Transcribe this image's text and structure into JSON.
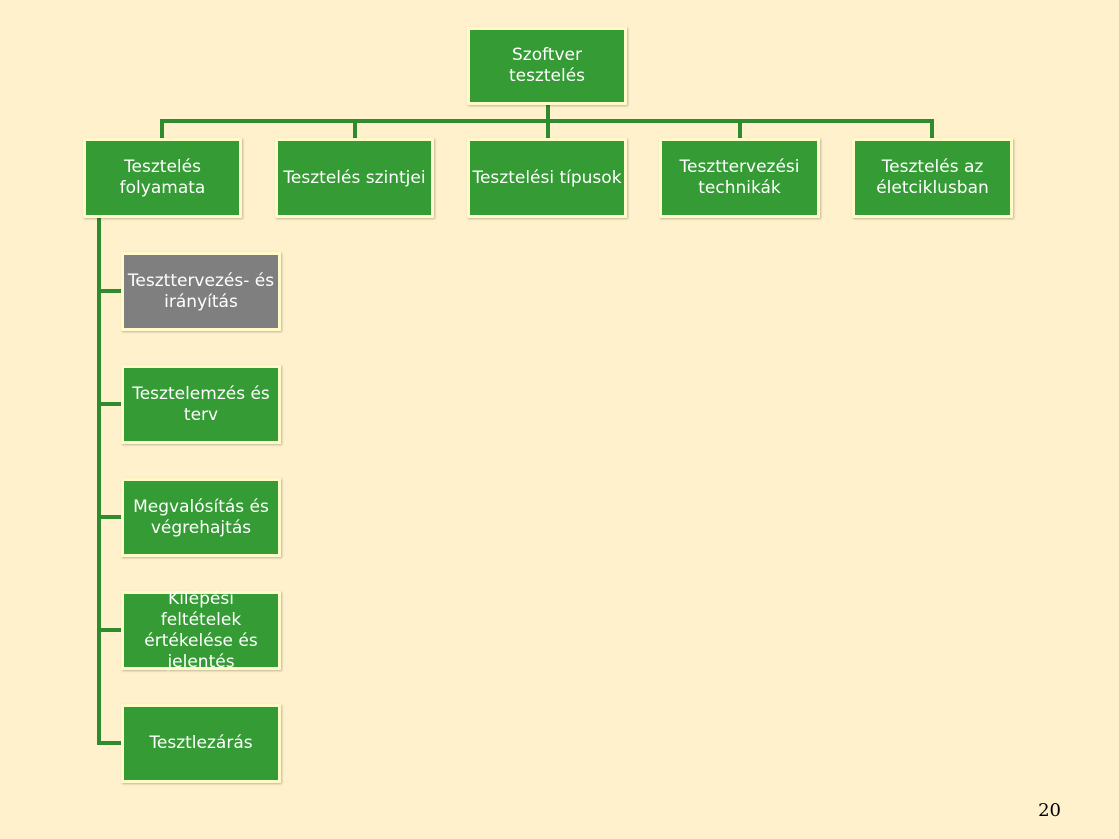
{
  "diagram": {
    "root": {
      "label": "Szoftver tesztelés"
    },
    "branches": [
      {
        "label": "Tesztelés\nfolyamata"
      },
      {
        "label": "Tesztelés szintjei"
      },
      {
        "label": "Tesztelési típusok"
      },
      {
        "label": "Teszttervezési\ntechnikák"
      },
      {
        "label": "Tesztelés az\néletciklusban"
      }
    ],
    "sub_items": [
      {
        "label": "Teszttervezés- és\nirányítás",
        "highlighted": true
      },
      {
        "label": "Tesztelemzés és\nterv",
        "highlighted": false
      },
      {
        "label": "Megvalósítás és\nvégrehajtás",
        "highlighted": false
      },
      {
        "label": "Kilépési feltételek\nértékelése és\njelentés",
        "highlighted": false
      },
      {
        "label": "Tesztlezárás",
        "highlighted": false
      }
    ],
    "colors": {
      "box": "#359B35",
      "highlight": "#7F7F7F",
      "connector": "#2E8B2E",
      "background": "#FFF1CC"
    }
  },
  "slide": {
    "page_number": "20"
  }
}
